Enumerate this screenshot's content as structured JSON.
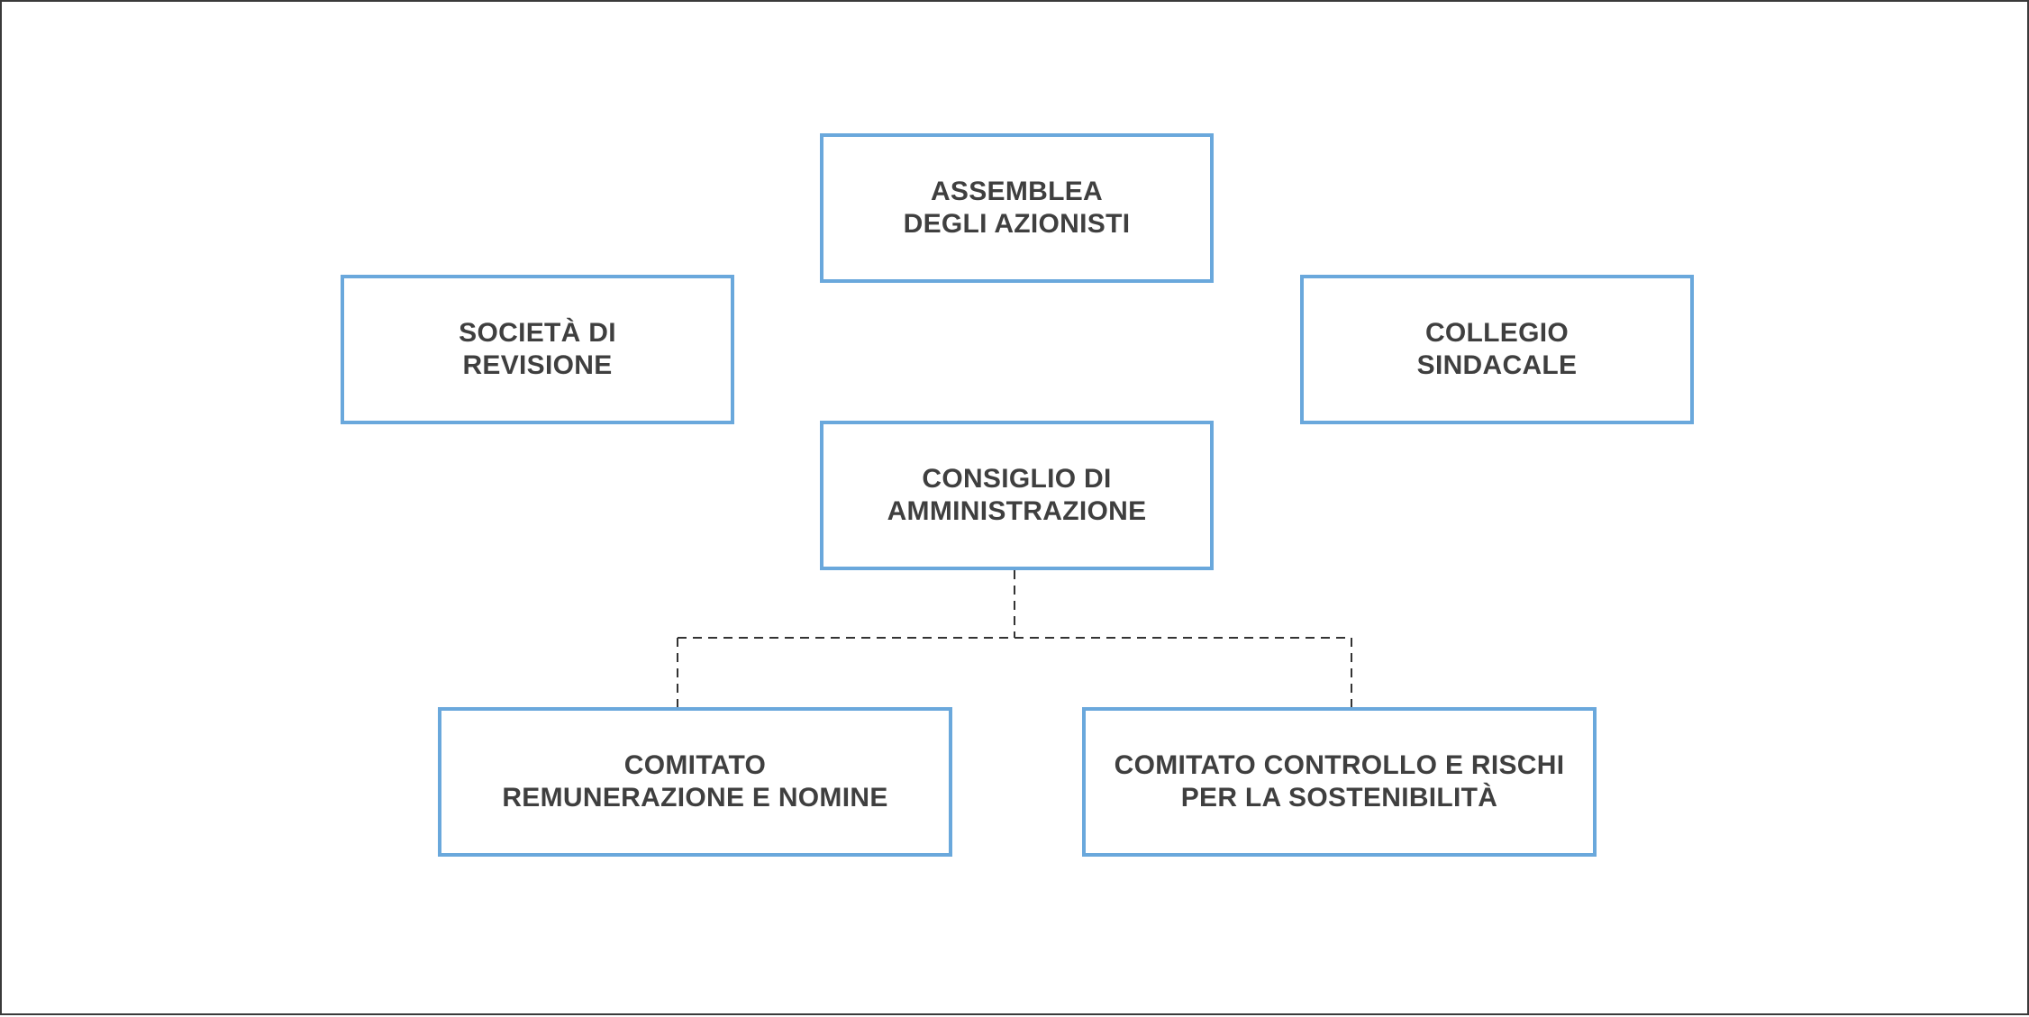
{
  "diagram": {
    "nodes": {
      "assemblea": {
        "line1": "ASSEMBLEA",
        "line2": "DEGLI AZIONISTI"
      },
      "societa": {
        "line1": "SOCIETÀ DI",
        "line2": "REVISIONE"
      },
      "collegio": {
        "line1": "COLLEGIO",
        "line2": "SINDACALE"
      },
      "consiglio": {
        "line1": "CONSIGLIO DI",
        "line2": "AMMINISTRAZIONE"
      },
      "remunerazione": {
        "line1": "COMITATO",
        "line2": "REMUNERAZIONE E NOMINE"
      },
      "controllo": {
        "line1": "COMITATO CONTROLLO E RISCHI",
        "line2": "PER LA SOSTENIBILITÀ"
      }
    },
    "colors": {
      "box_border": "#6aa8dc",
      "text": "#3f3f3f",
      "connector": "#333333",
      "frame": "#3a3a3a"
    }
  }
}
